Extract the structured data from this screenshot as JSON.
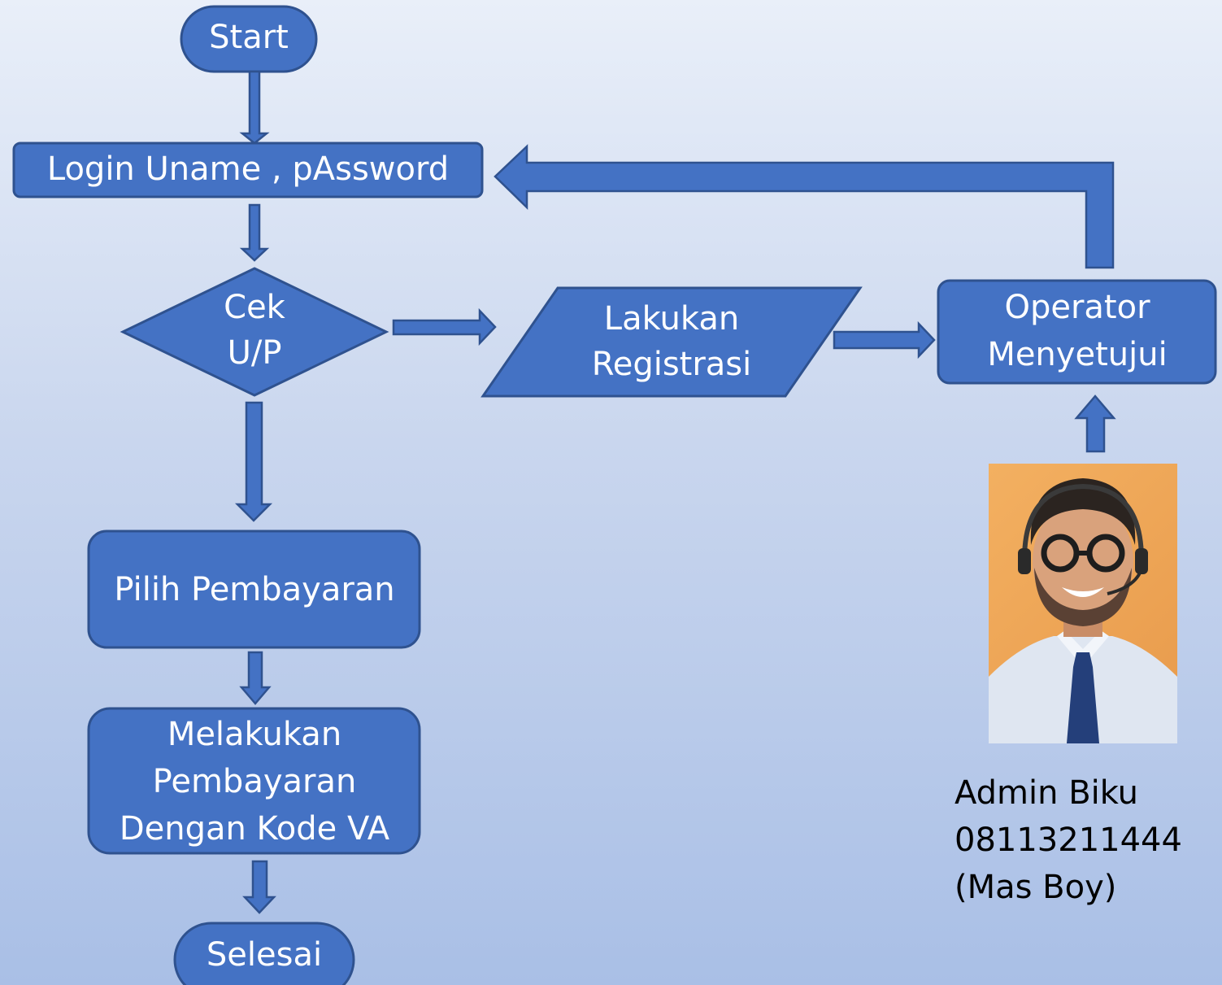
{
  "nodes": {
    "start": "Start",
    "login": "Login Uname , pAssword",
    "check_line1": "Cek",
    "check_line2": "U/P",
    "register_line1": "Lakukan",
    "register_line2": "Registrasi",
    "approve_line1": "Operator",
    "approve_line2": "Menyetujui",
    "choose_payment": "Pilih Pembayaran",
    "pay_line1": "Melakukan",
    "pay_line2": "Pembayaran",
    "pay_line3": "Dengan Kode VA",
    "end": "Selesai"
  },
  "admin": {
    "name": "Admin Biku",
    "phone": "08113211444",
    "nickname": "(Mas Boy)"
  },
  "colors": {
    "shape_fill": "#4472c4",
    "shape_stroke": "#2f528f",
    "label_text": "#ffffff",
    "photo_background": "#e89a4b"
  },
  "icons": {
    "operator_photo": "operator-avatar-icon"
  }
}
